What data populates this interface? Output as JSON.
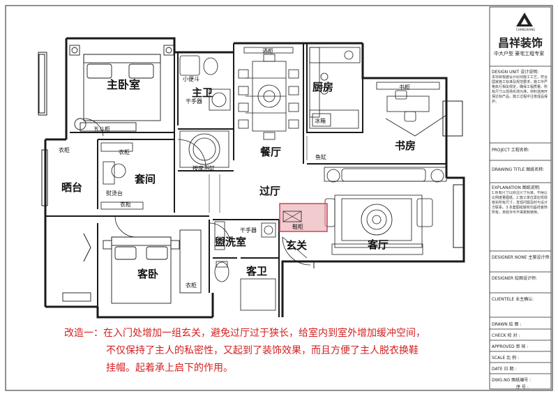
{
  "rooms": {
    "master_bedroom": "主卧室",
    "master_bath": "主卫",
    "dining": "餐厅",
    "kitchen": "厨房",
    "study": "书房",
    "suite": "套间",
    "balcony": "晒台",
    "corridor": "过厅",
    "washroom": "盥洗室",
    "foyer": "玄关",
    "living": "客厅",
    "guest_bedroom": "客卧",
    "guest_bath": "客卫"
  },
  "labels": {
    "small_toilet": "小便斗",
    "hand_dryer_1": "干手器",
    "dresser": "五斗柜",
    "massage_tub": "按摩浴缸",
    "wine_cabinet": "酒柜",
    "fridge": "冰箱",
    "bookcase": "书柜",
    "fish_tank": "鱼缸",
    "wardrobe_1": "衣柜",
    "wardrobe_2": "衣柜",
    "wardrobe_3": "衣柜",
    "wardrobe_4": "衣柜",
    "ironing_table": "熨烫台",
    "hand_dryer_2": "干手器",
    "shoe_cabinet": "鞋柜"
  },
  "caption": {
    "line1": "改造一：在入门处增加一组玄关，避免过厅过于狭长，给室内到室外增加缓冲空间，",
    "line2": "不仅保持了主人的私密性，又起到了装饰效果，而且方便了主人脱衣换鞋",
    "line3": "挂帽。起着承上启下的作用。"
  },
  "title_block": {
    "company": "昌祥装饰",
    "slogan": "中大户型  豪宅工程专家",
    "logo_text": "CHANGXIANG",
    "design_unit": "DESIGN UNIT   设计说明:",
    "design_notes": "本项目根据设计原则施工工艺，符合国家施工标准及规范要求，施工中严格执行相关规定，确保工程质量。所有尺寸以现场实测为准，材料选用环保达标产品，施工过程中注意成品保护。",
    "project": "PROJECT          工程名称:",
    "drawing_title": "DRAWING TITLE   图纸名称:",
    "explanation": "EXPLANATION    图纸说明:",
    "explanation_notes": "1.所有尺寸以标注尺寸为准，不得以比例度量图纸。2.施工单位需在现场核实所有尺寸，发现问题及时与设计方联系。3.本套图纸版权归昌祥装饰所有，未经许可不得复制使用。",
    "designer": "DESIGNER NONE          主案设计师:",
    "design_by": "DESIGNER           绘图设计师:",
    "client": "CLIENTELE          业主确认:",
    "drawn": "DRAWN    绘 图 :",
    "check": "CHECK    校 对 :",
    "approved": "APPROVED 审 核 :",
    "scale": "SCALE    比 例 :",
    "date": "DATE     日 期 :",
    "dwg_no": "DWG.NO   图纸编号 :",
    "seq": "序 号 :"
  },
  "colors": {
    "wall": "#1a1a1a",
    "highlight": "#e8a0a8",
    "highlight_stroke": "#d0405a",
    "caption": "#d32020"
  }
}
